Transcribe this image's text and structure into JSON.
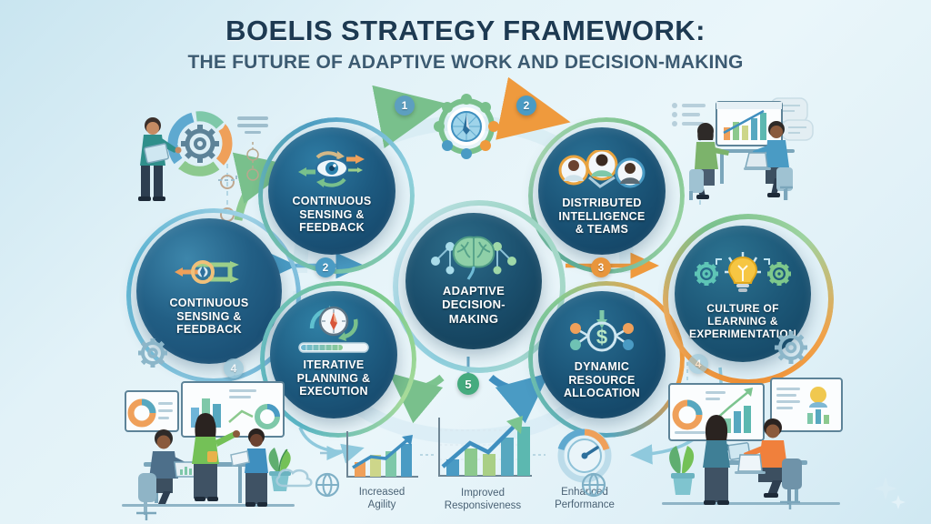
{
  "title": {
    "main": "BOELIS STRATEGY FRAMEWORK:",
    "sub": "THE FUTURE OF ADAPTIVE WORK AND DECISION-MAKING"
  },
  "nodes": [
    {
      "id": "continuous-sensing-left",
      "label": "CONTINUOUS\nSENSING &\nFEEDBACK",
      "icon": "bidirectional-arrows-sensor-icon",
      "ring_color": "#6fb5d8",
      "fill_color": "#225f85"
    },
    {
      "id": "continuous-sensing-top",
      "label": "CONTINUOUS\nSENSING &\nFEEDBACK",
      "icon": "eye-feedback-loop-icon",
      "ring_color": "#7ec8a9",
      "fill_color": "#1d5a80"
    },
    {
      "id": "distributed-intelligence",
      "label": "DISTRIBUTED\nINTELLIGENCE\n& TEAMS",
      "icon": "three-people-avatars-icon",
      "ring_color": "#7cc48f",
      "fill_color": "#1b5578"
    },
    {
      "id": "adaptive-decision-making",
      "label": "ADAPTIVE\nDECISION-\nMAKING",
      "icon": "brain-network-icon",
      "ring_color": "#a9d9c9",
      "fill_color": "#1b4f6d"
    },
    {
      "id": "iterative-planning",
      "label": "ITERATIVE\nPLANNING &\nEXECUTION",
      "icon": "compass-progress-bar-icon",
      "ring_color": "#7ccb8e",
      "fill_color": "#1e5c81"
    },
    {
      "id": "dynamic-resource",
      "label": "DYNAMIC\nRESOURCE\nALLOCATION",
      "icon": "dollar-network-node-icon",
      "ring_color": "#f0a24a",
      "fill_color": "#1b5578"
    },
    {
      "id": "culture-of-learning",
      "label": "CULTURE OF\nLEARNING &\nEXPERIMENTATION",
      "icon": "lightbulb-gears-icon",
      "ring_color": "#ef8f33",
      "fill_color": "#1d5878"
    }
  ],
  "badges": [
    {
      "id": "badge-1",
      "text": "1",
      "color": "#5d9fc0"
    },
    {
      "id": "badge-2-top",
      "text": "2",
      "color": "#4a9bc4"
    },
    {
      "id": "badge-2-mid",
      "text": "2",
      "color": "#4a9bc4"
    },
    {
      "id": "badge-3",
      "text": "3",
      "color": "#e8953c"
    },
    {
      "id": "badge-4-left",
      "text": "4",
      "color": "#9cc7d8"
    },
    {
      "id": "badge-4-right",
      "text": "4",
      "color": "#9cc7d8"
    },
    {
      "id": "badge-5",
      "text": "5",
      "color": "#45ab7e"
    }
  ],
  "hub_icon": "compass-gear-icon",
  "outcomes": [
    {
      "id": "increased-agility",
      "line1": "Increased",
      "line2": "Agility",
      "icon": "bar-chart-rising-arrow-icon"
    },
    {
      "id": "improved-responsiveness",
      "line1": "Improved",
      "line2": "Responsiveness",
      "icon": "bar-chart-growth-arrow-icon"
    },
    {
      "id": "enhanced-performance",
      "line1": "Enhanced",
      "line2": "Performance",
      "icon": "speedometer-gauge-icon"
    }
  ],
  "scenes": [
    {
      "id": "scene-top-left",
      "name": "person-presenting-gear-cycle-illustration"
    },
    {
      "id": "scene-top-right",
      "name": "two-people-meeting-chart-screen-illustration"
    },
    {
      "id": "scene-bottom-left",
      "name": "team-collaboration-dashboards-illustration"
    },
    {
      "id": "scene-bottom-right",
      "name": "team-analytics-laptop-illustration"
    }
  ],
  "decor": [
    {
      "id": "gear-left",
      "name": "gear-icon"
    },
    {
      "id": "gear-right",
      "name": "gear-icon"
    },
    {
      "id": "cloud-left",
      "name": "cloud-icon"
    },
    {
      "id": "globe-bottom-left",
      "name": "globe-icon"
    },
    {
      "id": "globe-bottom-right",
      "name": "globe-icon"
    },
    {
      "id": "sparkle-bottom-right",
      "name": "sparkle-icon"
    }
  ],
  "colors": {
    "background_start": "#c9e5f0",
    "background_end": "#cfe8f2",
    "title": "#1d3a52",
    "subtitle": "#3c5b72",
    "accent_blue": "#4a9bc4",
    "accent_green": "#45ab7e",
    "accent_orange": "#ef8f33",
    "node_text": "#ffffff"
  }
}
